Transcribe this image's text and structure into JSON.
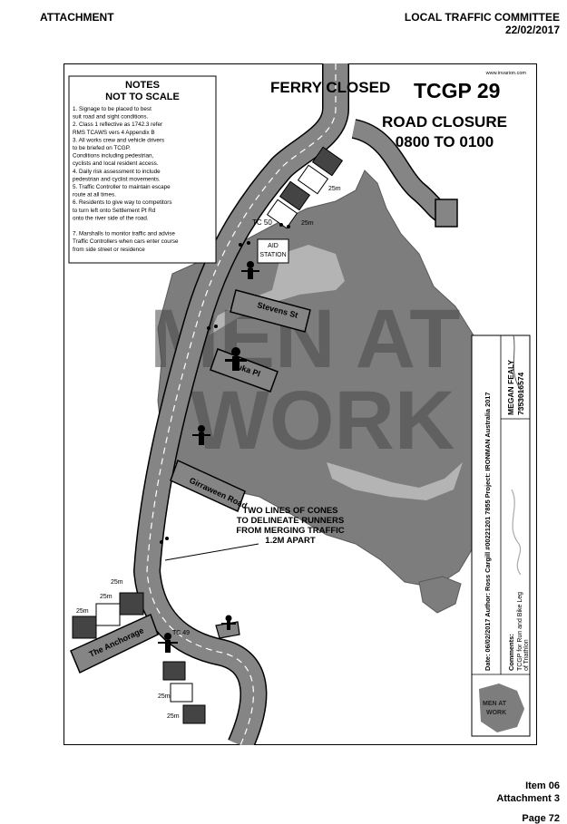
{
  "header": {
    "left": "ATTACHMENT",
    "committee": "LOCAL TRAFFIC COMMITTEE",
    "date": "22/02/2017"
  },
  "footer": {
    "item": "Item 06",
    "attachment": "Attachment 3",
    "page": "Page 72"
  },
  "map": {
    "logo_url": "www.invarion.com",
    "ferry": "FERRY CLOSED",
    "plan_id": "TCGP 29",
    "closure": "ROAD CLOSURE",
    "times": "0800 TO 0100",
    "notes": {
      "title": "NOTES",
      "subtitle": "NOT TO SCALE",
      "lines": [
        "1. Signage to be placed to best",
        "   suit road and sight conditions.",
        "2. Class 1 reflective as 1742.3 refer",
        "   RMS TCAWS vers 4 Appendix B",
        "3. All works crew and vehicle drivers",
        "   to be briefed on TCGP.",
        "   Conditions including pedestrian,",
        "   cyclists and local resident access.",
        "4. Daily risk assessment to include",
        "   pedestrian and cyclist movements.",
        "5. Traffic Controller to maintain escape",
        "   route at all times.",
        "6. Residents to give way to competitors",
        "   to turn left onto Settlement Pt Rd",
        "   onto the river side of the road.",
        "",
        "7. Marshalls to monitor traffic and advise",
        "   Traffic Controllers  when cars enter course",
        "   from side street or residence"
      ]
    },
    "streets": {
      "stevens": "Stevens St",
      "iluka": "Iluka Pl",
      "girraween": "Girraween Road",
      "anchorage": "The Anchorage"
    },
    "labels": {
      "tc50": "TC 50",
      "tc49": "TC 49",
      "aid": "AID",
      "station": "STATION",
      "dist": "25m"
    },
    "watermark": {
      "line1": "MEN AT",
      "line2": "WORK"
    },
    "cones_note": [
      "TWO LINES OF CONES",
      "TO DELINEATE RUNNERS",
      "FROM MERGING TRAFFIC",
      "1.2M APART"
    ],
    "titleblock": {
      "info": "Date: 06/02/2017 Author: Ross Cargill #00221201 7855 Project: IRONMAN Australia 2017",
      "name": "MEGAN FEALY",
      "number": "7353016574",
      "comments_label": "Comments:",
      "comments_1": "TCGP for Run and Bike Leg",
      "comments_2": "of Triathlon",
      "mini_logo_1": "MEN AT",
      "mini_logo_2": "WORK"
    }
  }
}
